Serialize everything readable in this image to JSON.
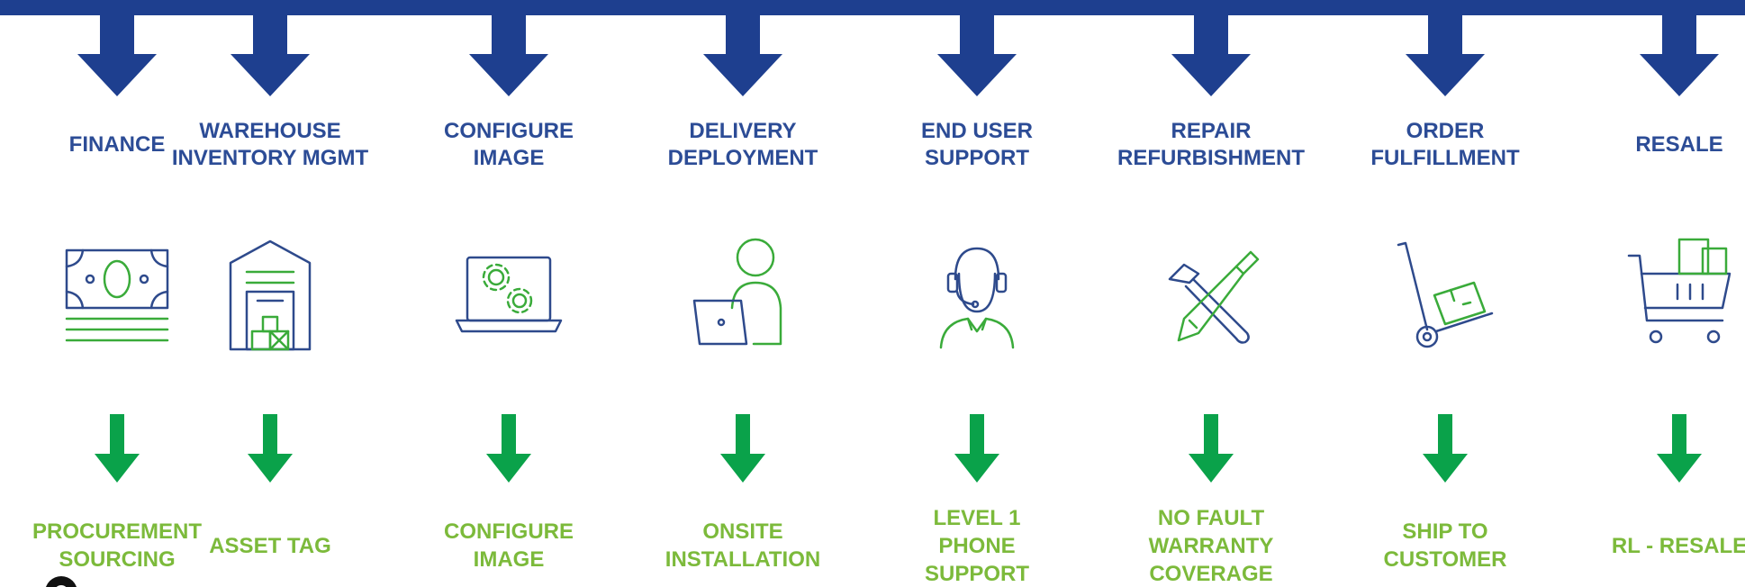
{
  "colors": {
    "blue": "#1e3f8f",
    "blue_text": "#2c4c96",
    "green": "#0aa24a",
    "green_text": "#7cba3b",
    "icon_blue": "#2e4a8c",
    "icon_green": "#3aab3a"
  },
  "stages": [
    {
      "top": "FINANCE",
      "bottom": "PROCUREMENT\nSOURCING",
      "icon": "banknote-icon"
    },
    {
      "top": "WAREHOUSE\nINVENTORY MGMT",
      "bottom": "ASSET TAG",
      "icon": "warehouse-icon"
    },
    {
      "top": "CONFIGURE\nIMAGE",
      "bottom": "CONFIGURE\nIMAGE",
      "icon": "laptop-gears-icon"
    },
    {
      "top": "DELIVERY\nDEPLOYMENT",
      "bottom": "ONSITE\nINSTALLATION",
      "icon": "person-laptop-icon"
    },
    {
      "top": "END USER\nSUPPORT",
      "bottom": "LEVEL 1\nPHONE\nSUPPORT",
      "icon": "headset-agent-icon"
    },
    {
      "top": "REPAIR\nREFURBISHMENT",
      "bottom": "NO FAULT\nWARRANTY\nCOVERAGE",
      "icon": "tools-icon"
    },
    {
      "top": "ORDER\nFULFILLMENT",
      "bottom": "SHIP TO\nCUSTOMER",
      "icon": "hand-truck-icon"
    },
    {
      "top": "RESALE",
      "bottom": "RL - RESALE",
      "icon": "shopping-cart-icon"
    }
  ]
}
